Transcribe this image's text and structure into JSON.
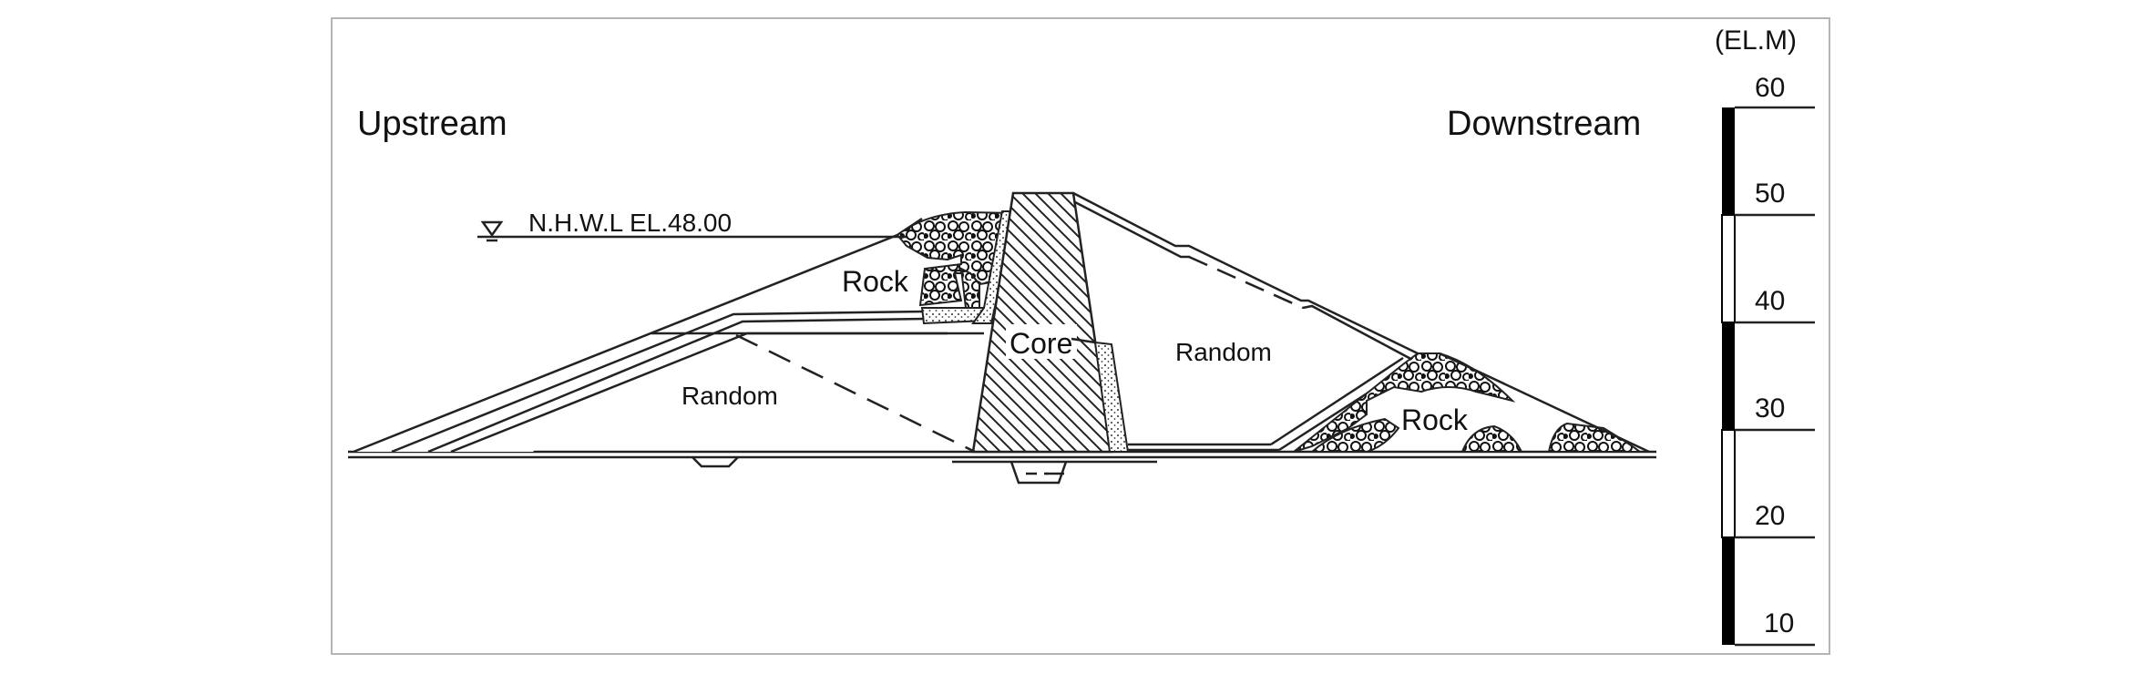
{
  "labels": {
    "upstream": "Upstream",
    "downstream": "Downstream",
    "water_level": "N.H.W.L EL.48.00",
    "rock_upstream": "Rock",
    "rock_downstream": "Rock",
    "core": "Core",
    "random_upstream": "Random",
    "random_downstream": "Random"
  },
  "scale": {
    "unit": "(EL.M)",
    "ticks": [
      "60",
      "50",
      "40",
      "30",
      "20",
      "10"
    ]
  }
}
